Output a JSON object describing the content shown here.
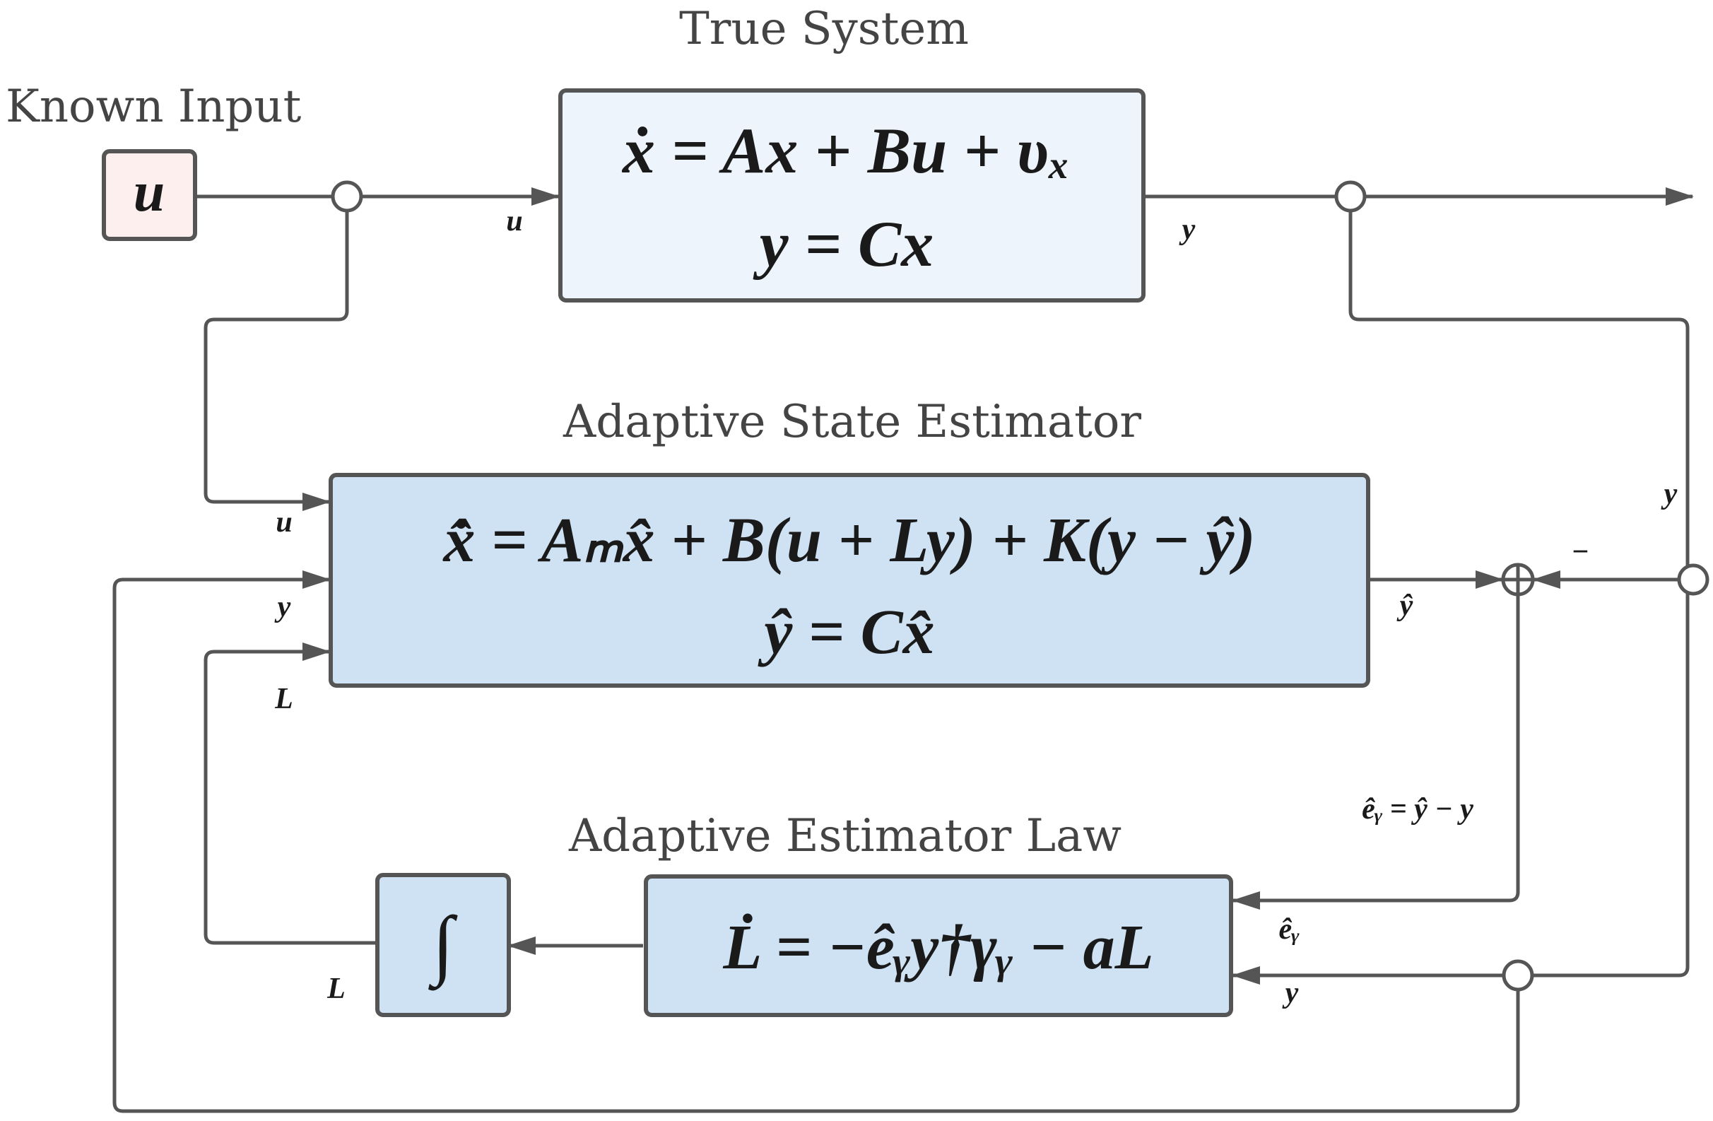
{
  "titles": {
    "true_system": "True System",
    "known_input": "Known Input",
    "estimator": "Adaptive State Estimator",
    "law": "Adaptive Estimator Law"
  },
  "blocks": {
    "input_symbol": "u",
    "true_system_eq1": "ẋ = Ax + Bu + υₓ",
    "true_system_eq2": "y = Cx",
    "estimator_eq1": "x̂̇ = Aₘx̂ + B(u + Ly) + K(y − ŷ)",
    "estimator_eq2": "ŷ = Cx̂",
    "integrator_symbol": "∫",
    "law_eq": "L̇ = −êᵧy†γᵧ − aL"
  },
  "signals": {
    "u_to_system": "u",
    "y_from_system": "y",
    "u_to_estimator": "u",
    "y_to_estimator": "y",
    "L_to_estimator": "L",
    "yhat_out": "ŷ",
    "y_feedback": "y",
    "minus_sign": "−",
    "error_def": "êᵧ = ŷ − y",
    "e_to_law": "êᵧ",
    "y_to_law": "y",
    "L_from_integrator": "L"
  },
  "colors": {
    "input_fill": "#fcefee",
    "true_system_fill": "#eef4fb",
    "estimator_fill": "#cfe2f3",
    "line": "#555555"
  }
}
